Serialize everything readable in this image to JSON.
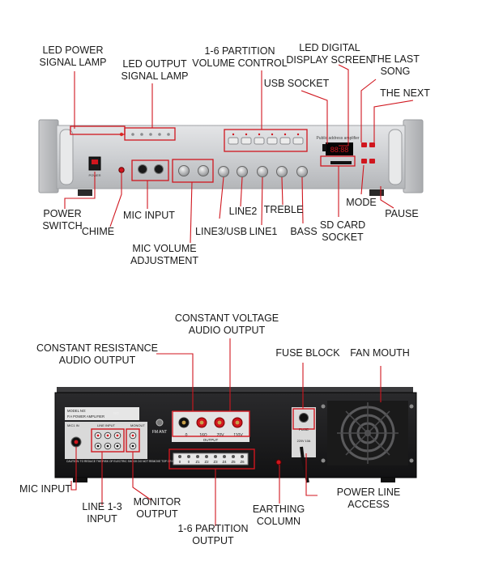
{
  "front_labels": {
    "led_power": [
      "LED POWER",
      "SIGNAL LAMP"
    ],
    "led_output": [
      "LED OUTPUT",
      "SIGNAL LAMP"
    ],
    "partition_volume": [
      "1-6 PARTITION",
      "VOLUME CONTROL"
    ],
    "led_digital": [
      "LED DIGITAL",
      "DISPLAY SCREEN"
    ],
    "last_song": [
      "THE LAST",
      "SONG"
    ],
    "usb_socket": [
      "USB SOCKET"
    ],
    "the_next": [
      "THE NEXT"
    ],
    "power_switch": [
      "POWER",
      "SWITCH"
    ],
    "chime": [
      "CHIME"
    ],
    "mic_input": [
      "MIC INPUT"
    ],
    "line2": [
      "LINE2"
    ],
    "treble": [
      "TREBLE"
    ],
    "mode": [
      "MODE"
    ],
    "pause": [
      "PAUSE"
    ],
    "line3_usb": [
      "LINE3/USB"
    ],
    "line1": [
      "LINE1"
    ],
    "bass": [
      "BASS"
    ],
    "sd_card": [
      "SD CARD",
      "SOCKET"
    ],
    "mic_volume": [
      "MIC VOLUME",
      "ADJUSTMENT"
    ]
  },
  "rear_labels": {
    "constant_voltage": [
      "CONSTANT VOLTAGE",
      "AUDIO OUTPUT"
    ],
    "constant_resistance": [
      "CONSTANT RESISTANCE",
      "AUDIO OUTPUT"
    ],
    "fuse_block": [
      "FUSE BLOCK"
    ],
    "fan_mouth": [
      "FAN MOUTH"
    ],
    "mic_input": [
      "MIC INPUT"
    ],
    "line_1_3": [
      "LINE 1-3",
      "INPUT"
    ],
    "monitor_output": [
      "MONITOR",
      "OUTPUT"
    ],
    "earthing": [
      "EARTHING",
      "COLUMN"
    ],
    "power_line": [
      "POWER LINE",
      "ACCESS"
    ],
    "partition_output": [
      "1-6 PARTITION",
      "OUTPUT"
    ]
  },
  "panel_text": {
    "front_power": "POWER",
    "display_title": "Public address amplifier",
    "rear_model": "MODEL NO:",
    "rear_pa": "P.A POWER AMPLIFIER",
    "rear_no": "NO:",
    "rear_mic1": "MIC1 IN",
    "rear_line_input": "LINE INPUT",
    "rear_monout": "MONOUT",
    "rear_fm_ant": "FM ANT",
    "rear_fuse": "FUSE",
    "rear_fuse_rating": "220V 10A",
    "rear_output": "OUTPUT",
    "rear_caution": "CAUTION: TO REDUCE THE RISK OF ELECTRIC SHOCK DO NOT REMOVE TOP OR BOTTOM COVERS NO USER SERVICEABLE PARTS INSIDE",
    "output_terminals": [
      "0",
      "16Ω",
      "70V",
      "110V"
    ],
    "zone_terminals": [
      "0",
      "0",
      "Z1",
      "Z2",
      "Z3",
      "Z4",
      "Z5",
      "Z6"
    ]
  },
  "colors": {
    "callout_red": "#d0161e",
    "label_text": "#1a1a1a",
    "front_panel": "#cfd0d2",
    "rear_panel": "#1c1c1e"
  }
}
